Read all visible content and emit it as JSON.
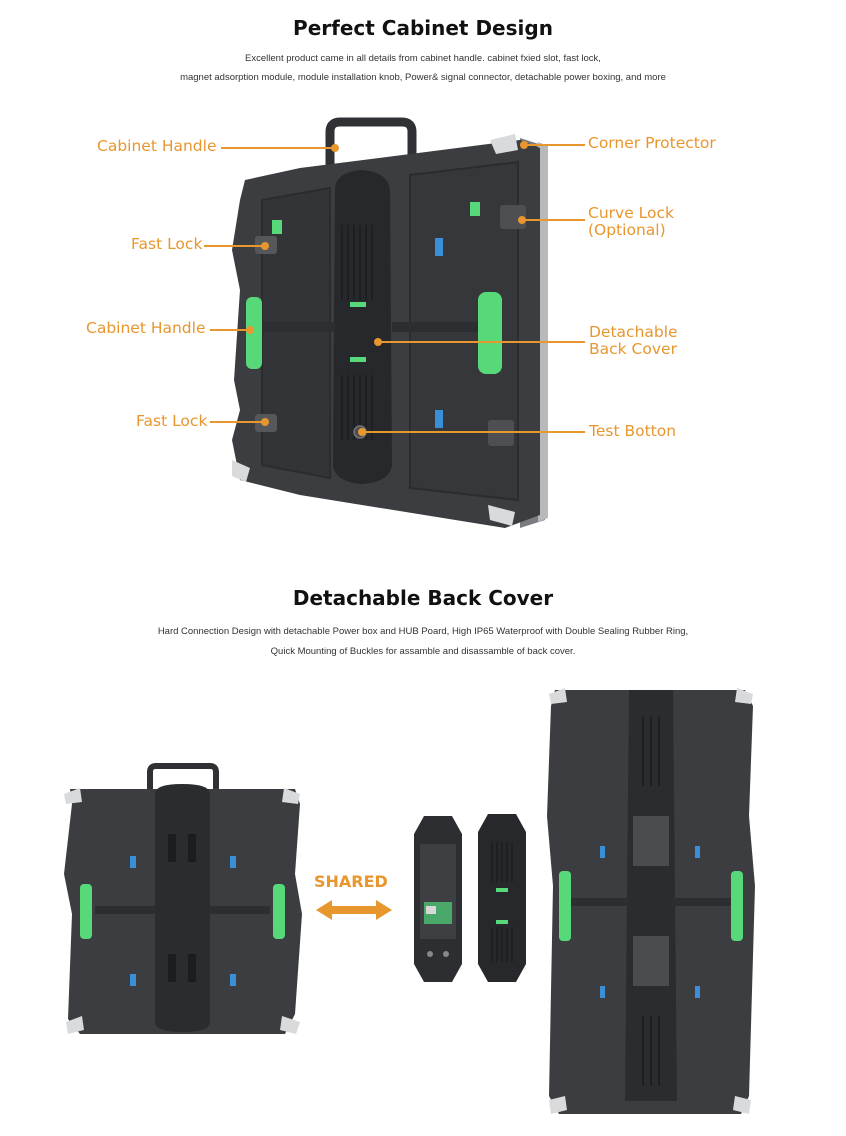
{
  "section1": {
    "title": "Perfect Cabinet Design",
    "desc_line1": "Excellent product came in all details from cabinet handle. cabinet fxied slot, fast lock,",
    "desc_line2": "magnet adsorption module, module installation knob, Power& signal connector, detachable power boxing, and more",
    "callouts": {
      "cabinet_handle_top": "Cabinet Handle",
      "fast_lock_top": "Fast Lock",
      "cabinet_handle_side": "Cabinet Handle",
      "fast_lock_bottom": "Fast Lock",
      "corner_protector": "Corner Protector",
      "curve_lock_1": "Curve Lock",
      "curve_lock_2": "(Optional)",
      "detachable_1": "Detachable",
      "detachable_2": "Back Cover",
      "test_button": "Test Botton"
    }
  },
  "section2": {
    "title": "Detachable Back Cover",
    "desc_line1": "Hard Connection Design with detachable Power box and HUB Poard, High IP65 Waterproof with Double Sealing Rubber Ring,",
    "desc_line2": "Quick Mounting of Buckles for assamble and disassamble of back cover.",
    "shared_label": "SHARED"
  },
  "colors": {
    "accent": "#e8962e",
    "cabinet": "#3b3d40",
    "cabinet_dark": "#26282b",
    "green": "#57d97a"
  }
}
